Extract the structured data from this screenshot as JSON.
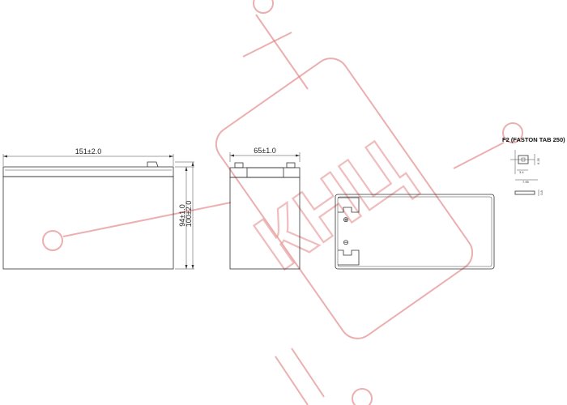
{
  "drawing": {
    "front_view": {
      "length_label": "151±2.0"
    },
    "side_view": {
      "width_label": "65±1.0",
      "container_height_label": "94±1.0",
      "total_height_label": "100±2.0"
    },
    "top_view": {
      "positive_symbol": "⊕",
      "negative_symbol": "⊖"
    },
    "terminal_detail": {
      "title": "F2 (FASTON TAB 250)",
      "dim_6_35": "6.35",
      "dim_3_4": "3.4",
      "dim_7_95": "7.95",
      "dim_0_8": "0.8"
    }
  },
  "watermark": {
    "text": "КНЦ",
    "color": "#e07a7a"
  },
  "colors": {
    "line": "#333333",
    "watermark": "#e07a7a"
  }
}
